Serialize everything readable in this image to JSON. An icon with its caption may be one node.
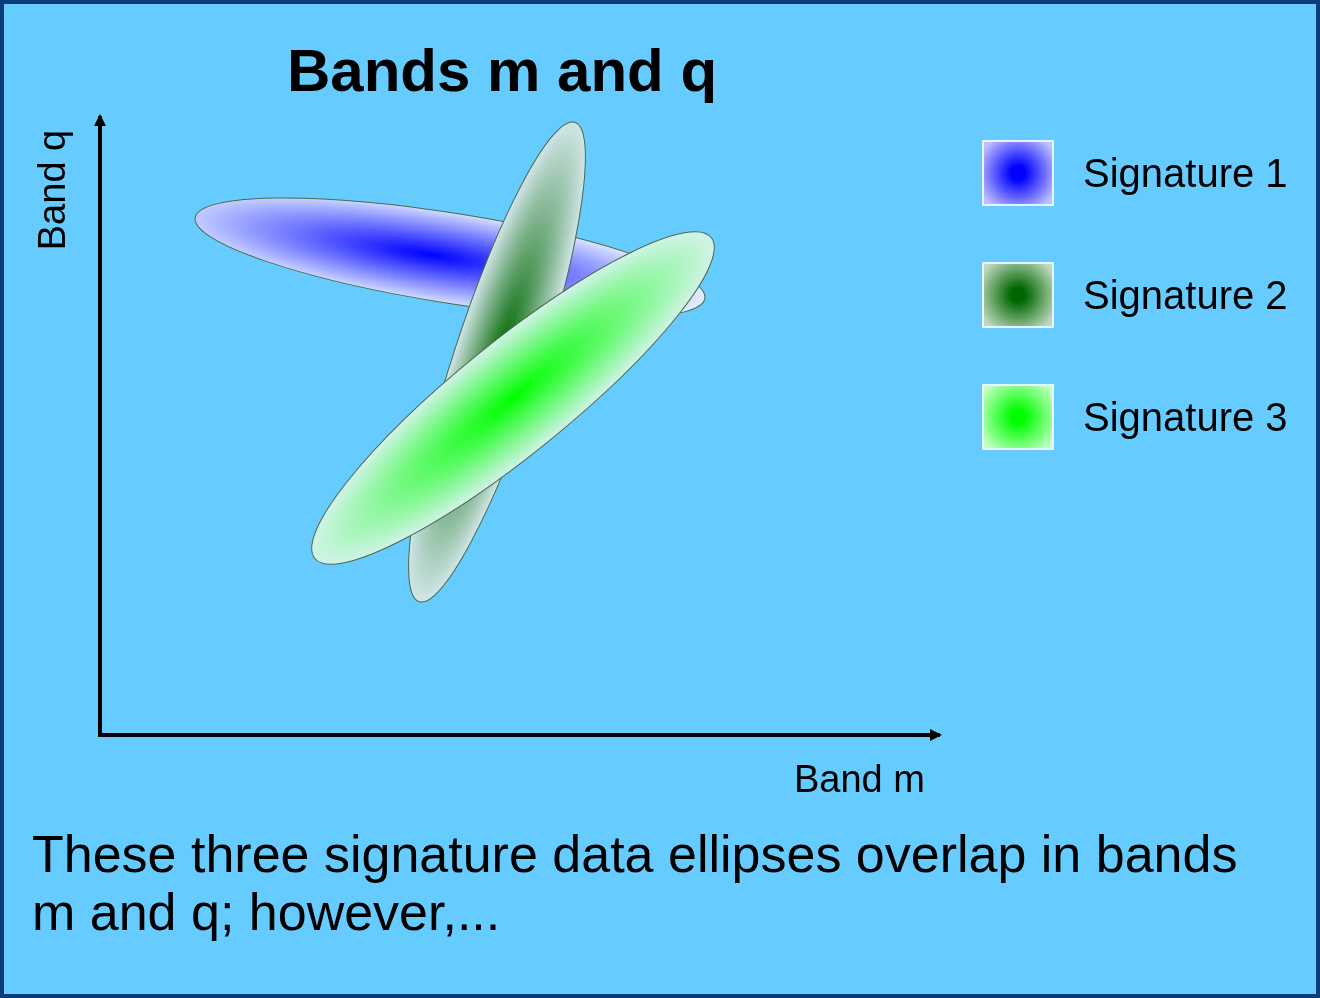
{
  "diagram": {
    "title": "Bands m and q",
    "caption": "These three signature data ellipses overlap in bands m and q; however,...",
    "labels": [
      "Band q",
      "Band m"
    ],
    "legend": [
      {
        "text": "Signature 1",
        "color": "#0000ff"
      },
      {
        "text": "Signature 2",
        "color": "#006600"
      },
      {
        "text": "Signature 3",
        "color": "#00ff00"
      }
    ]
  }
}
